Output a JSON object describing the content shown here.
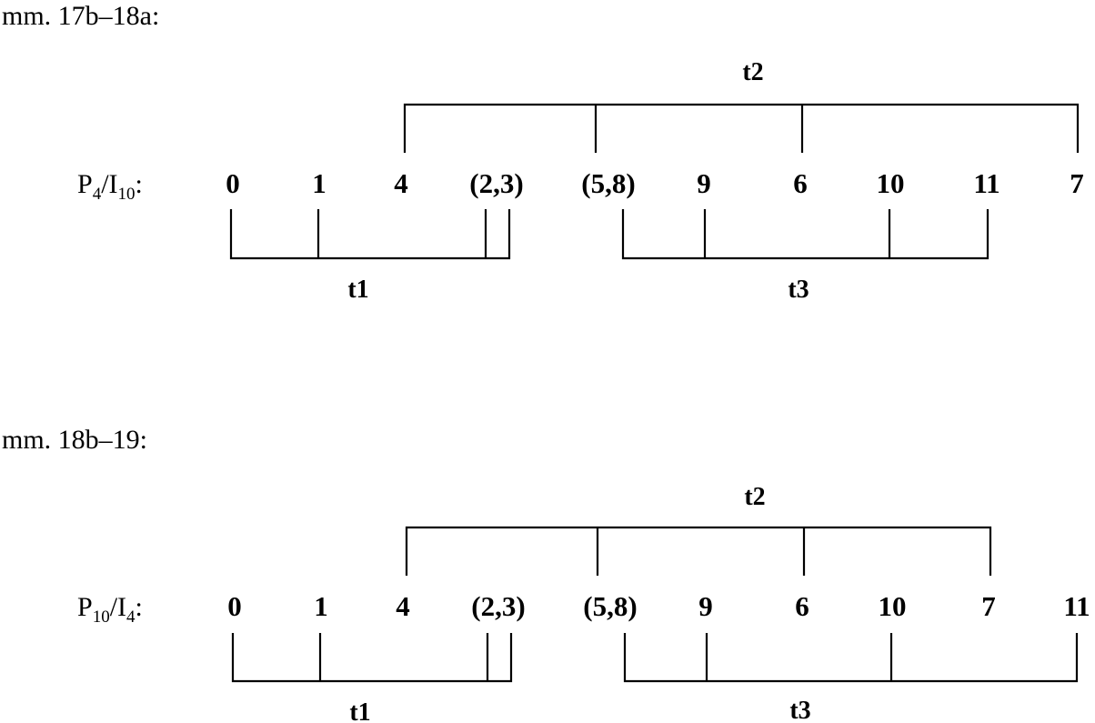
{
  "diagram": {
    "sections": [
      {
        "heading": "mm. 17b–18a:",
        "row_label": {
          "base1": "P",
          "sub1": "4",
          "sep": "/I",
          "sub2": "10",
          "colon": ":"
        },
        "numbers": [
          "0",
          "1",
          "4",
          "(2,3)",
          "(5,8)",
          "9",
          "6",
          "10",
          "11",
          "7"
        ],
        "brackets": [
          {
            "label": "t1",
            "members": [
              "0",
              "1",
              "(2,3)"
            ]
          },
          {
            "label": "t2",
            "members": [
              "4",
              "(5,8)",
              "6",
              "7"
            ]
          },
          {
            "label": "t3",
            "members": [
              "(5,8)",
              "9",
              "10",
              "11"
            ]
          }
        ]
      },
      {
        "heading": "mm. 18b–19:",
        "row_label": {
          "base1": "P",
          "sub1": "10",
          "sep": "/I",
          "sub2": "4",
          "colon": ":"
        },
        "numbers": [
          "0",
          "1",
          "4",
          "(2,3)",
          "(5,8)",
          "9",
          "6",
          "10",
          "7",
          "11"
        ],
        "brackets": [
          {
            "label": "t1",
            "members": [
              "0",
              "1",
              "(2,3)"
            ]
          },
          {
            "label": "t2",
            "members": [
              "4",
              "(5,8)",
              "6",
              "7"
            ]
          },
          {
            "label": "t3",
            "members": [
              "(5,8)",
              "9",
              "10",
              "11"
            ]
          }
        ]
      }
    ]
  }
}
